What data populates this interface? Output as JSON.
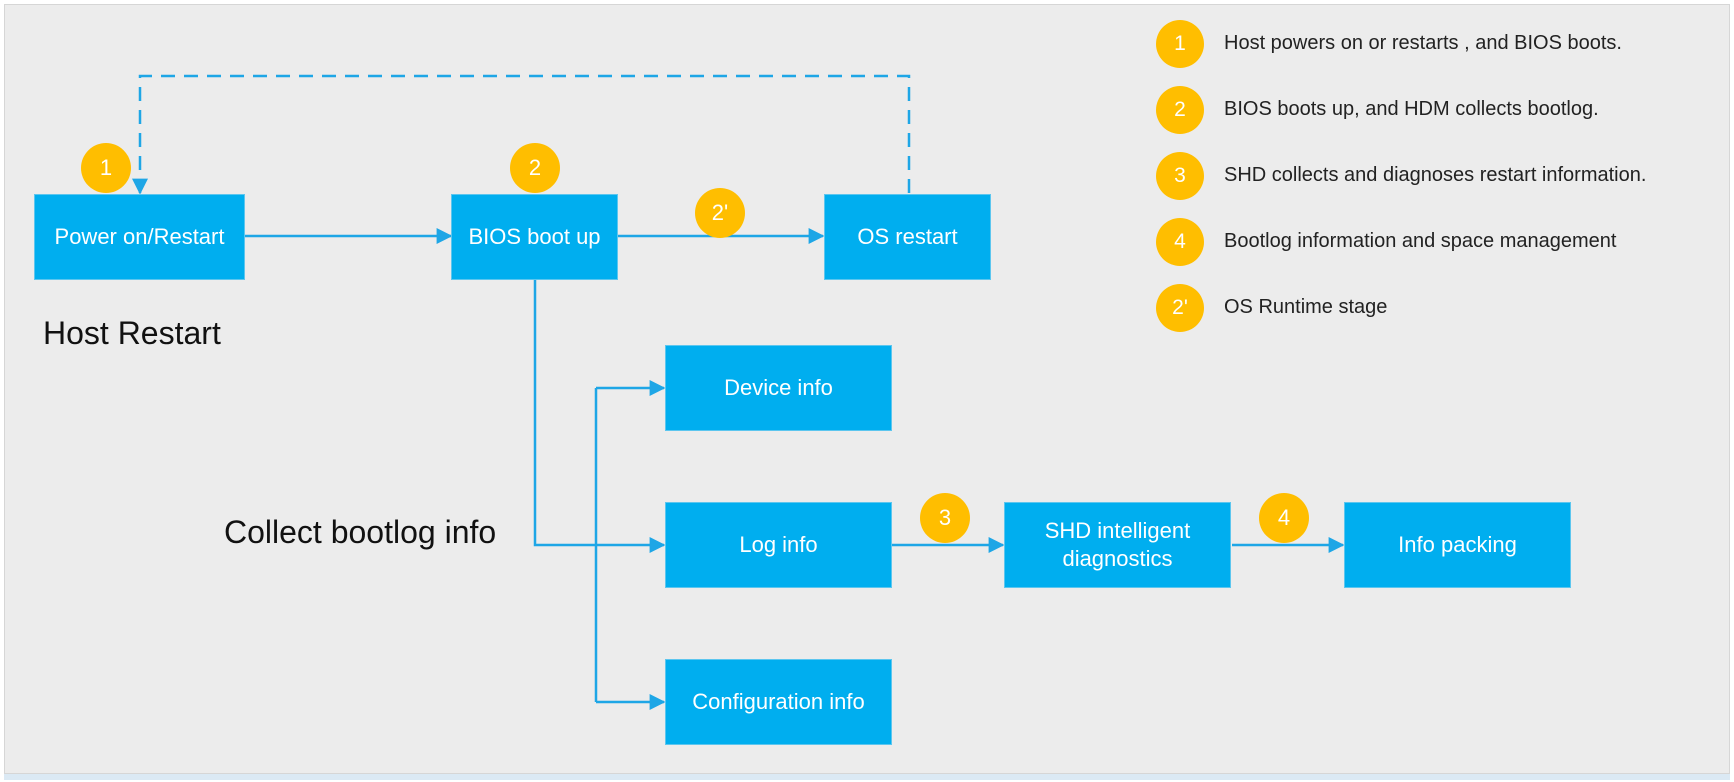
{
  "colors": {
    "canvas": "#ececec",
    "box": "#00aeef",
    "badge": "#ffbe00",
    "connector": "#1ea6e6"
  },
  "boxes": {
    "power_on": "Power on/Restart",
    "bios_boot": "BIOS boot up",
    "os_restart": "OS restart",
    "device_info": "Device info",
    "log_info": "Log info",
    "config_info": "Configuration info",
    "shd_diagnostics": "SHD intelligent\ndiagnostics",
    "info_packing": "Info packing"
  },
  "badges": {
    "step1": "1",
    "step2": "2",
    "step2_prime": "2'",
    "step3": "3",
    "step4": "4"
  },
  "labels": {
    "host_restart": "Host Restart",
    "collect_bootlog": "Collect bootlog info"
  },
  "legend": [
    {
      "badge": "1",
      "text": "Host powers on or restarts , and BIOS boots."
    },
    {
      "badge": "2",
      "text": "BIOS boots up, and HDM collects bootlog."
    },
    {
      "badge": "3",
      "text": "SHD collects and diagnoses restart information."
    },
    {
      "badge": "4",
      "text": "Bootlog information and space management"
    },
    {
      "badge": "2'",
      "text": "OS Runtime  stage"
    }
  ]
}
